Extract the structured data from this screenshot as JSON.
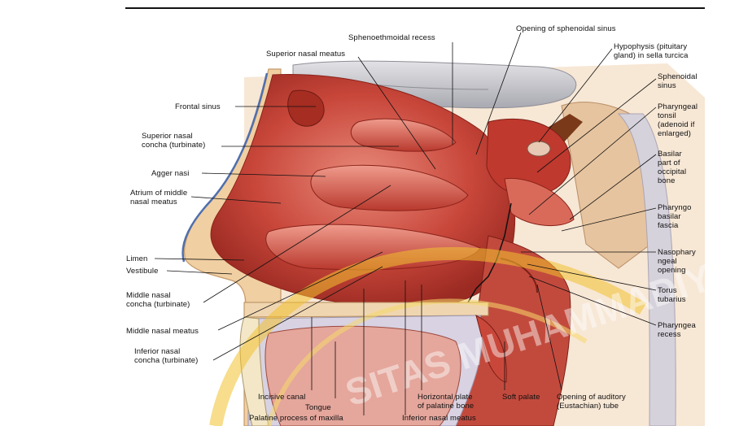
{
  "labels": {
    "sphenoethmoidal_recess": "Sphenoethmoidal recess",
    "opening_sphenoidal_sinus": "Opening of sphenoidal sinus",
    "superior_nasal_meatus": "Superior nasal meatus",
    "hypophysis": "Hypophysis (pituitary\ngland) in sella turcica",
    "sphenoidal_sinus": "Sphenoidal\nsinus",
    "frontal_sinus": "Frontal sinus",
    "pharyngeal_tonsil": "Pharyngeal\ntonsil\n(adenoid if\nenlarged)",
    "superior_nasal_concha": "Superior nasal\nconcha (turbinate)",
    "basilar_part": "Basilar\npart of\noccipital\nbone",
    "agger_nasi": "Agger nasi",
    "atrium_middle_meatus": "Atrium of middle\nnasal meatus",
    "pharyngobasilar_fascia": "Pharyngo\nbasilar\nfascia",
    "limen": "Limen",
    "vestibule": "Vestibule",
    "nasopharyngeal_opening": "Nasophary\nngeal\nopening",
    "middle_nasal_concha": "Middle nasal\nconcha (turbinate)",
    "torus_tubarius": "Torus\ntubarius",
    "middle_nasal_meatus": "Middle nasal meatus",
    "pharyngeal_recess": "Pharyngea\nrecess",
    "inferior_nasal_concha": "Inferior nasal\nconcha (turbinate)",
    "incisive_canal": "Incisive canal",
    "tongue": "Tongue",
    "palatine_process": "Palatine process of maxilla",
    "horizontal_plate": "Horizontal plate\nof palatine bone",
    "inferior_nasal_meatus": "Inferior nasal meatus",
    "soft_palate": "Soft palate",
    "opening_auditory_tube": "Opening of auditory\n(Eustachian) tube"
  },
  "watermark": {
    "text": "SITAS MUHAMMADIYAH"
  },
  "colors": {
    "mucosa": "#c8463a",
    "mucosa_light": "#e2796b",
    "mucosa_dark": "#9a2a22",
    "bone": "#f1d3b3",
    "brain": "#c9c9cf",
    "watermark": "#f2c230"
  }
}
